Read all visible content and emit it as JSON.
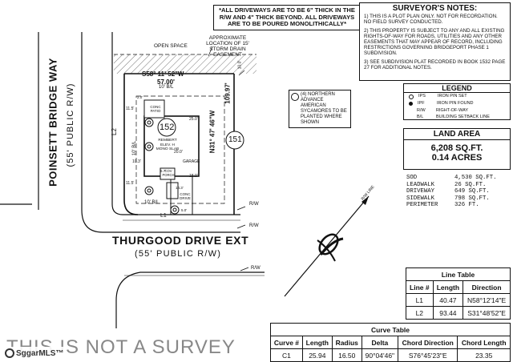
{
  "driveway_note": "*ALL DRIVEWAYS ARE TO BE 6\" THICK IN THE R/W AND 4\" THICK BEYOND. ALL DRIVEWAYS ARE TO BE POURED MONOLITHICALLY*",
  "surveyor_notes": {
    "title": "SURVEYOR'S NOTES:",
    "notes": [
      "1) THIS IS A PLOT PLAN ONLY. NOT FOR RECORDATION. NO FIELD SURVEY CONDUCTED.",
      "2) THIS PROPERTY IS SUBJECT TO ANY AND ALL EXISTING RIGHTS-OF-WAY FOR ROADS, UTILITIES AND ANY OTHER EASEMENTS THAT MAY APPEAR OF RECORD, INCLUDING RESTRICTIONS GOVERNING BRIDGEPORT PHASE 1 SUBDIVISION.",
      "3) SEE SUBDIVISION PLAT RECORDED IN BOOK 1532 PAGE 27 FOR ADDITIONAL NOTES."
    ]
  },
  "legend": {
    "title": "LEGEND",
    "items": [
      {
        "code": "IPS",
        "desc": "IRON PIN SET"
      },
      {
        "code": "IPF",
        "desc": "IRON PIN FOUND"
      },
      {
        "code": "R/W",
        "desc": "RIGHT-OF-WAY"
      },
      {
        "code": "B/L",
        "desc": "BUILDING SETBACK LINE"
      }
    ]
  },
  "land_area": {
    "title": "LAND AREA",
    "sqft": "6,208 SQ.FT.",
    "acres": "0.14 ACRES"
  },
  "areas": [
    {
      "label": "SOD",
      "value": "4,530 SQ.FT."
    },
    {
      "label": "LEADWALK",
      "value": "26 SQ.FT."
    },
    {
      "label": "DRIVEWAY",
      "value": "649 SQ.FT."
    },
    {
      "label": "SIDEWALK",
      "value": "798 SQ.FT."
    },
    {
      "label": "PERIMETER",
      "value": "326 FT."
    }
  ],
  "sycamore_note": "(4) NORTHERN ADVANCE AMERICAN SYCAMORES TO BE PLANTED WHERE SHOWN",
  "easement_note": "APPROXIMATE LOCATION OF 15' STORM DRAIN EASEMENT",
  "open_space": "OPEN SPACE",
  "streets": {
    "poinsett": "POINSETT BRIDGE WAY",
    "poinsett_rw": "(55' PUBLIC R/W)",
    "thurgood": "THURGOOD DRIVE EXT",
    "thurgood_rw": "(55' PUBLIC R/W)"
  },
  "lot": {
    "number": "152",
    "neighbor": "151",
    "house_label": "REMBERT ELEV. H MONO SLAB",
    "garage": "GARAGE",
    "patio": "CONC PATIO",
    "cov_porch": "COV PORCH",
    "drive": "CONC DRIVE",
    "bearing_top": "S58° 11' 52\"W",
    "dist_top": "57.00'",
    "bearing_right": "N31° 47' 46\"W",
    "dist_right": "109.97'",
    "bl_top": "10' B/L",
    "bl_left": "10' B/L",
    "bl_bottom": "10' B/L",
    "l2": "L2",
    "l1": "L1",
    "rw": "R/W",
    "rw_line": "R/W LINE",
    "dims": [
      "11.5'",
      "11.5'",
      "20.0'",
      "10.3'",
      "6.7'",
      "25.0'",
      "18.0'",
      "2.0'",
      "14.3'",
      "10.0'",
      "5.0'"
    ]
  },
  "line_table": {
    "title": "Line Table",
    "headers": [
      "Line #",
      "Length",
      "Direction"
    ],
    "rows": [
      [
        "L1",
        "40.47",
        "N58°12'14\"E"
      ],
      [
        "L2",
        "93.44",
        "S31°48'52\"E"
      ]
    ]
  },
  "curve_table": {
    "title": "Curve Table",
    "headers": [
      "Curve #",
      "Length",
      "Radius",
      "Delta",
      "Chord Direction",
      "Chord Length"
    ],
    "rows": [
      [
        "C1",
        "25.94",
        "16.50",
        "90°04'46\"",
        "S76°45'23\"E",
        "23.35"
      ]
    ]
  },
  "watermark": "THIS IS NOT A SURVEY",
  "mls_logo": "SggarMLS™"
}
